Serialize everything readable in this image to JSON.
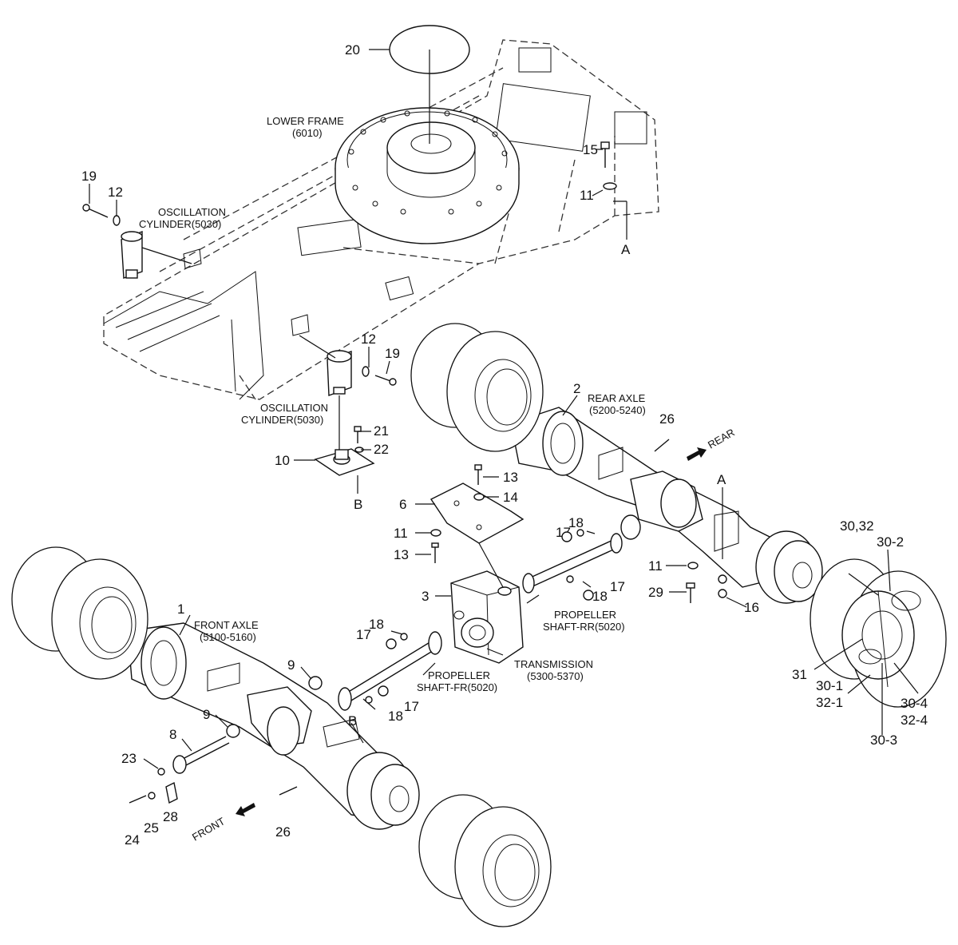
{
  "callouts": {
    "n1": "1",
    "n2": "2",
    "n3": "3",
    "n6": "6",
    "n8": "8",
    "n9a": "9",
    "n9b": "9",
    "n10": "10",
    "n11a": "11",
    "n11b": "11",
    "n11c": "11",
    "n12a": "12",
    "n12b": "12",
    "n13a": "13",
    "n13b": "13",
    "n14": "14",
    "n15": "15",
    "n16": "16",
    "n17a": "17",
    "n17b": "17",
    "n17c": "17",
    "n17d": "17",
    "n18a": "18",
    "n18b": "18",
    "n18c": "18",
    "n18d": "18",
    "n19a": "19",
    "n19b": "19",
    "n20": "20",
    "n21": "21",
    "n22": "22",
    "n23": "23",
    "n24": "24",
    "n25": "25",
    "n26a": "26",
    "n26b": "26",
    "n28": "28",
    "n29": "29",
    "n30_32": "30,32",
    "n30_2": "30-2",
    "n31": "31",
    "n30_1": "30-1",
    "n32_1": "32-1",
    "n30_4": "30-4",
    "n32_4": "32-4",
    "n30_3": "30-3",
    "refA1": "A",
    "refA2": "A",
    "refB1": "B",
    "refB2": "B"
  },
  "labels": {
    "lower_frame": [
      "LOWER FRAME",
      "(6010)"
    ],
    "osc_cyl_top": [
      "OSCILLATION",
      "CYLINDER(5030)"
    ],
    "osc_cyl_mid": [
      "OSCILLATION",
      "CYLINDER(5030)"
    ],
    "rear_axle": [
      "REAR AXLE",
      "(5200-5240)"
    ],
    "front_axle": [
      "FRONT AXLE",
      "(5100-5160)"
    ],
    "prop_rr": [
      "PROPELLER",
      "SHAFT-RR(5020)"
    ],
    "prop_fr": [
      "PROPELLER",
      "SHAFT-FR(5020)"
    ],
    "transmission": [
      "TRANSMISSION",
      "(5300-5370)"
    ],
    "rear_dir": "REAR",
    "front_dir": "FRONT"
  }
}
